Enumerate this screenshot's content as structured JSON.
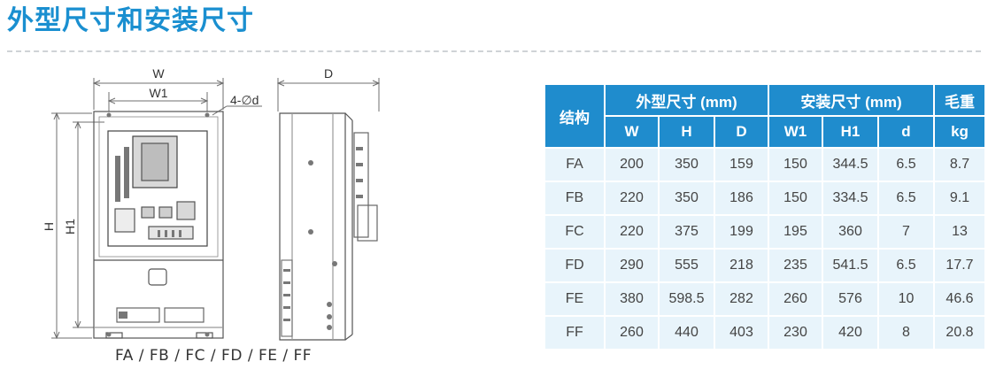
{
  "title": "外型尺寸和安装尺寸",
  "drawing": {
    "dim_w": "W",
    "dim_w1": "W1",
    "dim_hole": "4-∅d",
    "dim_d": "D",
    "dim_h": "H",
    "dim_h1": "H1",
    "caption": "FA / FB / FC / FD / FE / FF"
  },
  "table": {
    "header_row1": {
      "structure": "结构",
      "outline": "外型尺寸 (mm)",
      "mount": "安装尺寸 (mm)",
      "weight": "毛重"
    },
    "header_row2": [
      "W",
      "H",
      "D",
      "W1",
      "H1",
      "d",
      "kg"
    ],
    "rows": [
      [
        "FA",
        "200",
        "350",
        "159",
        "150",
        "344.5",
        "6.5",
        "8.7"
      ],
      [
        "FB",
        "220",
        "350",
        "186",
        "150",
        "334.5",
        "6.5",
        "9.1"
      ],
      [
        "FC",
        "220",
        "375",
        "199",
        "195",
        "360",
        "7",
        "13"
      ],
      [
        "FD",
        "290",
        "555",
        "218",
        "235",
        "541.5",
        "6.5",
        "17.7"
      ],
      [
        "FE",
        "380",
        "598.5",
        "282",
        "260",
        "576",
        "10",
        "46.6"
      ],
      [
        "FF",
        "260",
        "440",
        "403",
        "230",
        "420",
        "8",
        "20.8"
      ]
    ]
  }
}
